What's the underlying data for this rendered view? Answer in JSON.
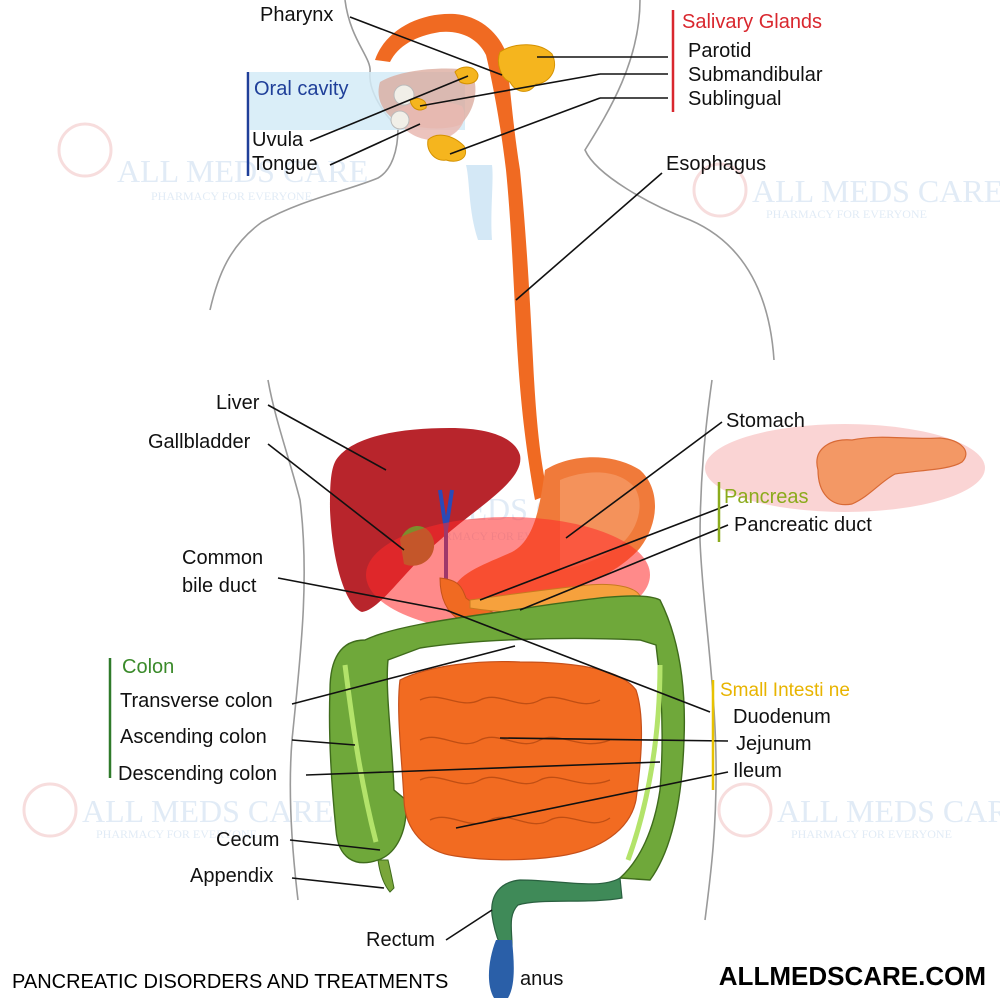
{
  "labels": {
    "pharynx": "Pharynx",
    "salivary_glands": "Salivary Glands",
    "parotid": "Parotid",
    "submandibular": "Submandibular",
    "sublingual": "Sublingual",
    "oral_cavity": "Oral cavity",
    "uvula": "Uvula",
    "tongue": "Tongue",
    "esophagus": "Esophagus",
    "liver": "Liver",
    "gallbladder": "Gallbladder",
    "stomach": "Stomach",
    "pancreas": "Pancreas",
    "pancreatic_duct": "Pancreatic duct",
    "common_bile_duct_1": "Common",
    "common_bile_duct_2": "bile duct",
    "colon": "Colon",
    "transverse_colon": "Transverse colon",
    "ascending_colon": "Ascending colon",
    "descending_colon": "Descending colon",
    "small_intestine": "Small Intesti ne",
    "duodenum": "Duodenum",
    "jejunum": "Jejunum",
    "ileum": "Ileum",
    "cecum": "Cecum",
    "appendix": "Appendix",
    "rectum": "Rectum",
    "anus": "anus"
  },
  "footer": {
    "caption": "PANCREATIC DISORDERS AND TREATMENTS",
    "site": "ALLMEDSCARE.COM"
  },
  "watermark": {
    "name": "ALL MEDS CARE",
    "tagline": "PHARMACY FOR EVERYONE"
  },
  "colors": {
    "salivary": "#d9272e",
    "oral": "#1f3f99",
    "pancreas": "#8bab1c",
    "colon": "#3a8a2a",
    "small_intestine": "#e8b400",
    "esophagus": "#f06a22",
    "liver": "#b8252c",
    "intestine": "#f26b21",
    "colon_fill": "#6fa83a"
  }
}
